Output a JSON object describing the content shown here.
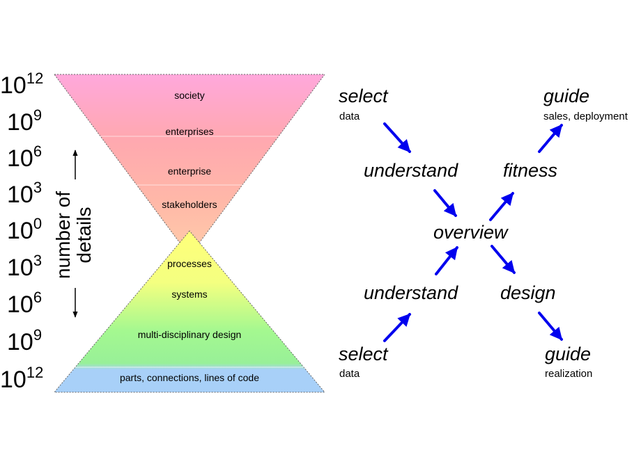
{
  "funnel": {
    "top_layers": [
      {
        "label": "society"
      },
      {
        "label": "enterprises"
      },
      {
        "label": "enterprise"
      },
      {
        "label": "stakeholders"
      }
    ],
    "bottom_layers": [
      {
        "label": "processes"
      },
      {
        "label": "systems"
      },
      {
        "label": "multi-disciplinary design"
      },
      {
        "label": "parts, connections, lines of code"
      }
    ]
  },
  "scale": {
    "ticks": [
      {
        "base": "10",
        "exp": "12"
      },
      {
        "base": "10",
        "exp": "9"
      },
      {
        "base": "10",
        "exp": "6"
      },
      {
        "base": "10",
        "exp": "3"
      },
      {
        "base": "10",
        "exp": "0"
      },
      {
        "base": "10",
        "exp": "3"
      },
      {
        "base": "10",
        "exp": "6"
      },
      {
        "base": "10",
        "exp": "9"
      },
      {
        "base": "10",
        "exp": "12"
      }
    ],
    "axis_label_line1": "number of",
    "axis_label_line2": "details"
  },
  "flow": {
    "select_top": {
      "word": "select",
      "sub": "data"
    },
    "understand_top": {
      "word": "understand"
    },
    "overview": {
      "word": "overview"
    },
    "fitness": {
      "word": "fitness"
    },
    "guide_top": {
      "word": "guide",
      "sub": "sales, deployment"
    },
    "understand_bottom": {
      "word": "understand"
    },
    "select_bottom": {
      "word": "select",
      "sub": "data"
    },
    "design": {
      "word": "design"
    },
    "guide_bottom": {
      "word": "guide",
      "sub": "realization"
    }
  },
  "colors": {
    "arrow": "#0000ee",
    "top_funnel": [
      "#ffa8d8",
      "#ffa8b0",
      "#ffb4a8",
      "#ffc4a8"
    ],
    "bottom_funnel": [
      "#ffff88",
      "#f4ff90",
      "#a0f890",
      "#a8d0f8"
    ]
  }
}
